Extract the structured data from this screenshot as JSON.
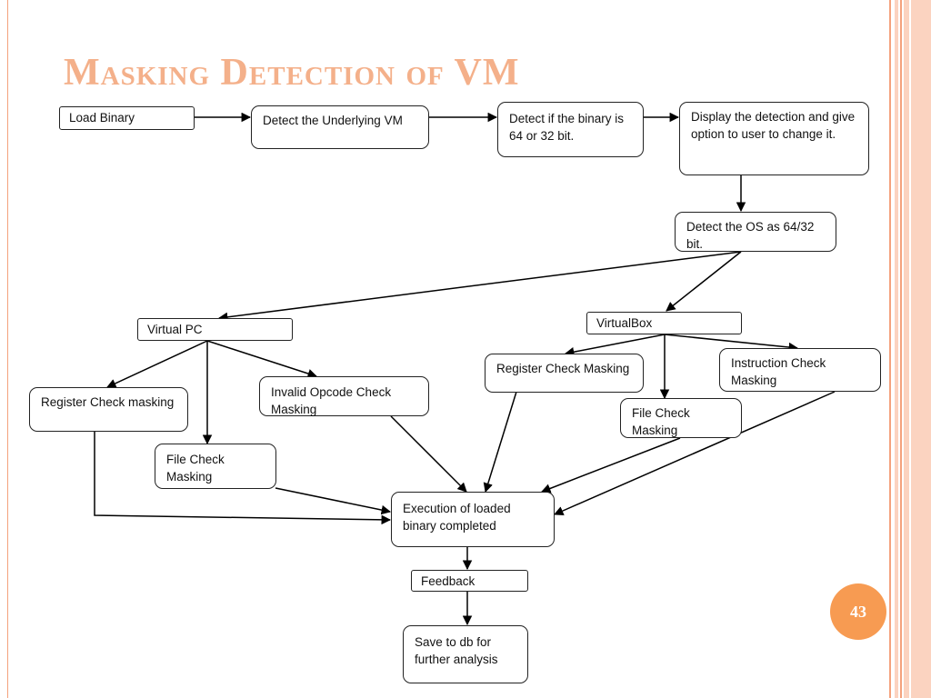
{
  "slide": {
    "title": "Masking Detection of VM",
    "page_number": "43"
  },
  "nodes": {
    "load_binary": "Load Binary",
    "detect_vm": "Detect the Underlying VM",
    "detect_binary": "Detect if the binary is 64 or 32 bit.",
    "display_detection": "Display the detection and give option to user to change it.",
    "detect_os": "Detect the OS as 64/32 bit.",
    "virtual_pc": "Virtual PC",
    "virtualbox": "VirtualBox",
    "vpc_register": "Register Check masking",
    "vpc_file": "File Check Masking",
    "vpc_invalid_opcode": "Invalid Opcode Check Masking",
    "vb_register": "Register Check Masking",
    "vb_file": "File Check Masking",
    "vb_instruction": "Instruction Check Masking",
    "execution": "Execution of loaded binary completed",
    "feedback": "Feedback",
    "save_db": "Save to db for further analysis"
  },
  "colors": {
    "title": "#f4b08a",
    "accent": "#f79b52",
    "stripe_dark": "#f4a27d",
    "stripe_light": "#fbd3c0"
  }
}
